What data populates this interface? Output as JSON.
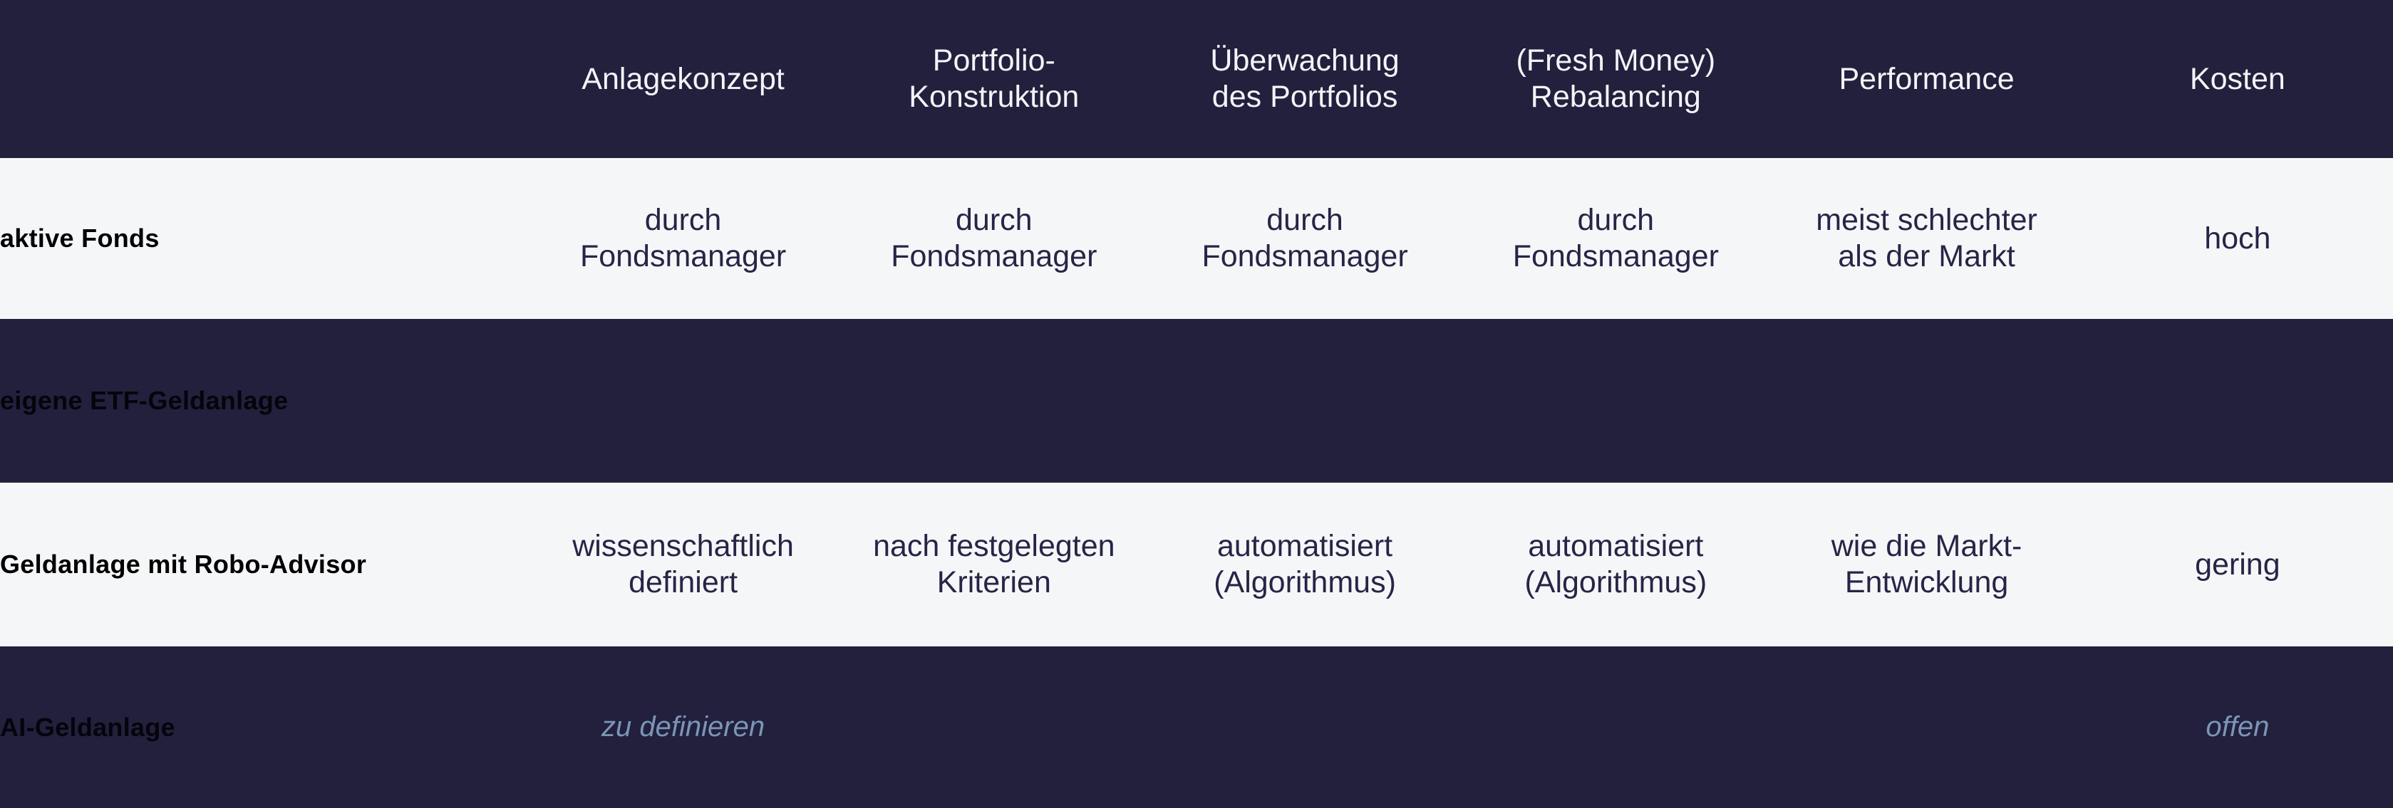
{
  "palette": {
    "dark_navy": "#22203c",
    "light_row": "#f5f6f8",
    "header_text": "#f2f4f8",
    "body_text": "#262546",
    "label_text_light_row": "#000000",
    "label_text_dark_row": "#05040c",
    "muted_accent": "#7b95b8"
  },
  "table": {
    "columns": [
      {
        "key": "label",
        "label": ""
      },
      {
        "key": "konzept",
        "label": "Anlagekonzept"
      },
      {
        "key": "konstrukt",
        "label": "Portfolio-\nKonstruktion",
        "lines": [
          "Portfolio-",
          "Konstruktion"
        ]
      },
      {
        "key": "ueberwach",
        "label": "Überwachung des Portfolios",
        "lines": [
          "Überwachung",
          "des Portfolios"
        ]
      },
      {
        "key": "rebalance",
        "label": "(Fresh Money) Rebalancing",
        "lines": [
          "(Fresh Money)",
          "Rebalancing"
        ]
      },
      {
        "key": "performance",
        "label": "Performance"
      },
      {
        "key": "kosten",
        "label": "Kosten"
      }
    ],
    "rows": [
      {
        "label": "aktive Fonds",
        "style": "light",
        "cells": [
          {
            "lines": [
              "durch",
              "Fondsmanager"
            ]
          },
          {
            "lines": [
              "durch",
              "Fondsmanager"
            ]
          },
          {
            "lines": [
              "durch",
              "Fondsmanager"
            ]
          },
          {
            "lines": [
              "durch",
              "Fondsmanager"
            ]
          },
          {
            "lines": [
              "meist schlechter",
              "als der Markt"
            ]
          },
          {
            "lines": [
              "hoch"
            ]
          }
        ]
      },
      {
        "label": "eigene ETF-Geldanlage",
        "style": "dark",
        "cells": [
          {
            "lines": []
          },
          {
            "lines": []
          },
          {
            "lines": []
          },
          {
            "lines": []
          },
          {
            "lines": []
          },
          {
            "lines": []
          }
        ]
      },
      {
        "label": "Geldanlage mit Robo-Advisor",
        "style": "light",
        "cells": [
          {
            "lines": [
              "wissenschaftlich",
              "definiert"
            ]
          },
          {
            "lines": [
              "nach festgelegten",
              "Kriterien"
            ]
          },
          {
            "lines": [
              "automatisiert",
              "(Algorithmus)"
            ]
          },
          {
            "lines": [
              "automatisiert",
              "(Algorithmus)"
            ]
          },
          {
            "lines": [
              "wie die Markt-",
              "Entwicklung"
            ]
          },
          {
            "lines": [
              "gering"
            ]
          }
        ]
      },
      {
        "label": "AI-Geldanlage",
        "style": "dark",
        "cells": [
          {
            "lines": [
              "zu definieren"
            ],
            "variant": "muted-italic"
          },
          {
            "lines": []
          },
          {
            "lines": []
          },
          {
            "lines": []
          },
          {
            "lines": []
          },
          {
            "lines": [
              "offen"
            ],
            "variant": "muted-italic"
          }
        ]
      }
    ]
  }
}
